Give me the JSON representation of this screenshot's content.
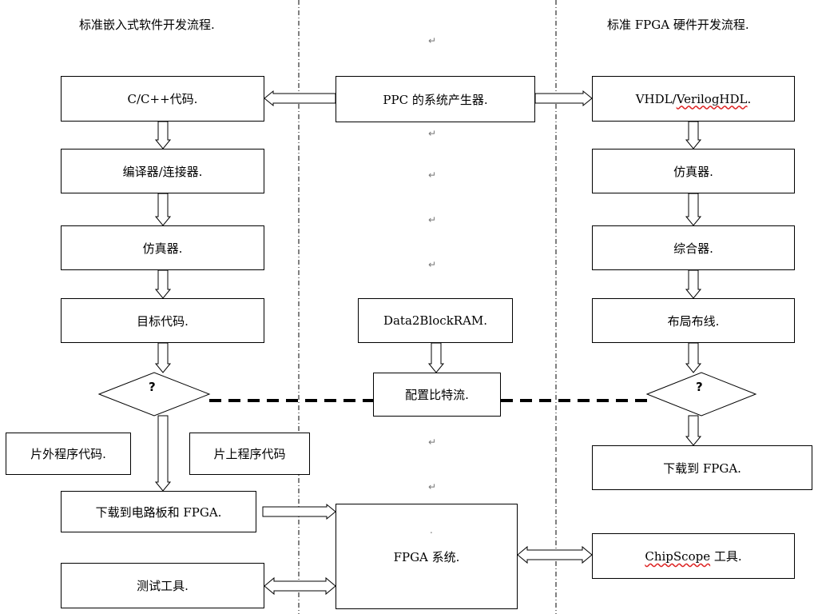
{
  "headers": {
    "left": "标准嵌入式软件开发流程.",
    "right": "标准 FPGA 硬件开发流程."
  },
  "left_flow": {
    "code": "C/C++代码.",
    "compiler": "编译器/连接器.",
    "simulator": "仿真器.",
    "target": "目标代码.",
    "decision": "?",
    "offchip": "片外程序代码.",
    "onchip": "片上程序代码",
    "download": "下载到电路板和 FPGA.",
    "test_tool": "测试工具."
  },
  "center": {
    "ppc": "PPC 的系统产生器.",
    "data2bram": "Data2BlockRAM.",
    "bitstream": "配置比特流.",
    "fpga_system": "FPGA 系统.",
    "fpga_mark": ".",
    "para_mark": "↵"
  },
  "right_flow": {
    "hdl_prefix": "VHDL/",
    "hdl_squiggle": "VerilogHDL",
    "hdl_suffix": ".",
    "simulator": "仿真器.",
    "synth": "综合器.",
    "par": "布局布线.",
    "decision": "?",
    "download": "下载到 FPGA.",
    "chipscope_squiggle": "ChipScope",
    "chipscope_suffix": " 工具."
  }
}
